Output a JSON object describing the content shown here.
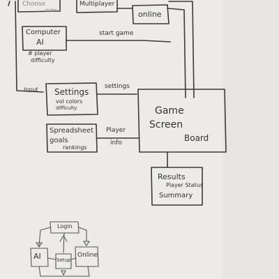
{
  "nodes": {
    "top_left_box": {
      "line1": "Choose",
      "line2": "state"
    },
    "multiplayer": {
      "label": "Multiplayer"
    },
    "online": {
      "label": "online"
    },
    "computer_ai": {
      "line1": "Computer",
      "line2": "AI",
      "note1": "# player",
      "note2": "difficulty"
    },
    "settings": {
      "title": "Settings",
      "line1": "vol colors",
      "line2": "difficulty"
    },
    "spreadsheet": {
      "line1": "Spreadsheet",
      "line2": "goals",
      "line3": "rankings"
    },
    "game_screen": {
      "line1": "Game",
      "line2": "Screen",
      "line3": "Board"
    },
    "results": {
      "line1": "Results",
      "line2": "Player Status",
      "line3": "Summary"
    }
  },
  "edges": {
    "start_game": "start game",
    "settings": "settings",
    "player_info_1": "Player",
    "player_info_2": "info",
    "input": "Input"
  },
  "mini": {
    "login": "Login",
    "ai": "AI",
    "setup": "Setup",
    "online": "Online"
  }
}
